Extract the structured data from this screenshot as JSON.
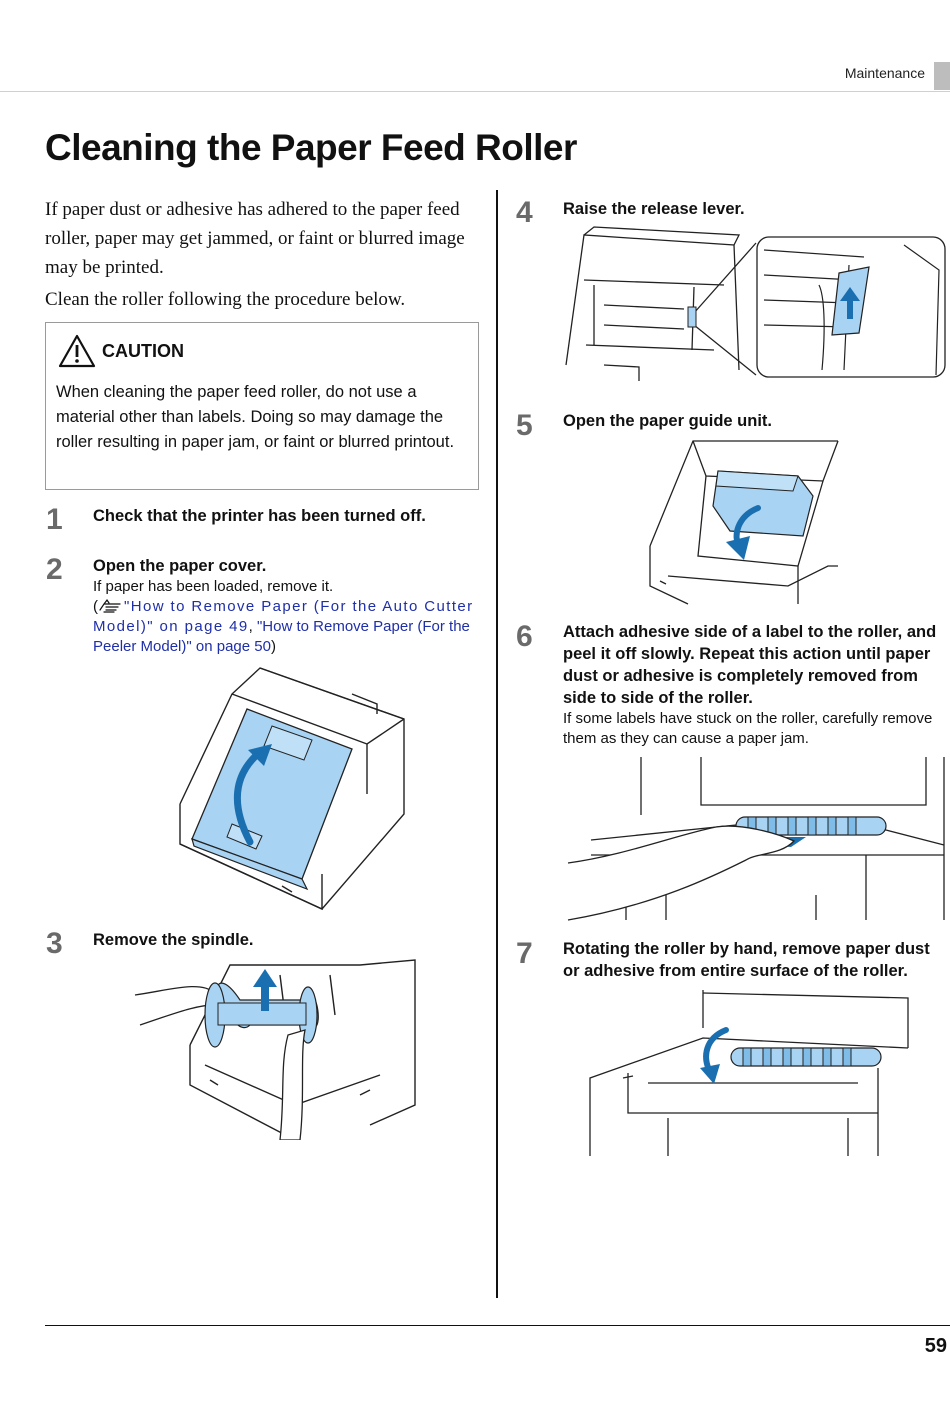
{
  "header": {
    "section": "Maintenance"
  },
  "title": "Cleaning the Paper Feed Roller",
  "intro": {
    "p1": "If paper dust or adhesive has adhered to the paper feed roller, paper may get jammed, or faint or blurred image may be printed.",
    "p2": "Clean the roller following the procedure below."
  },
  "caution": {
    "icon": "warning-triangle-icon",
    "title": "CAUTION",
    "text": "When cleaning the paper feed roller, do not use a material other than labels. Doing so may damage the roller resulting in paper jam, or faint or blurred printout."
  },
  "steps": [
    {
      "num": "1",
      "title": "Check that the printer has been turned off."
    },
    {
      "num": "2",
      "title": "Open the paper cover.",
      "body": "If paper has been loaded, remove it.",
      "ref_open": "(",
      "ref_icon": "hand-pointer-icon",
      "link1": "\"How to Remove Paper (For the Auto Cutter Model)\" on page 49",
      "sep": ", ",
      "link2": "\"How to Remove Paper (For the Peeler Model)\" on page 50",
      "ref_close": ")"
    },
    {
      "num": "3",
      "title": "Remove the spindle."
    },
    {
      "num": "4",
      "title": "Raise the release lever."
    },
    {
      "num": "5",
      "title": "Open the paper guide unit."
    },
    {
      "num": "6",
      "title": "Attach adhesive side of a label to the roller, and peel it off slowly. Repeat this action until paper dust or adhesive is completely removed from side to side of the roller.",
      "body": "If some labels have stuck on the roller, carefully remove them as they can cause a paper jam."
    },
    {
      "num": "7",
      "title": "Rotating the roller by hand, remove paper dust or adhesive from entire surface of the roller."
    }
  ],
  "footer": {
    "page": "59"
  },
  "colors": {
    "accent_blue": "#a9d3f2",
    "arrow_blue": "#1a6fb0",
    "link": "#1f2fa8",
    "step_num_gray": "#6a6a6a"
  }
}
